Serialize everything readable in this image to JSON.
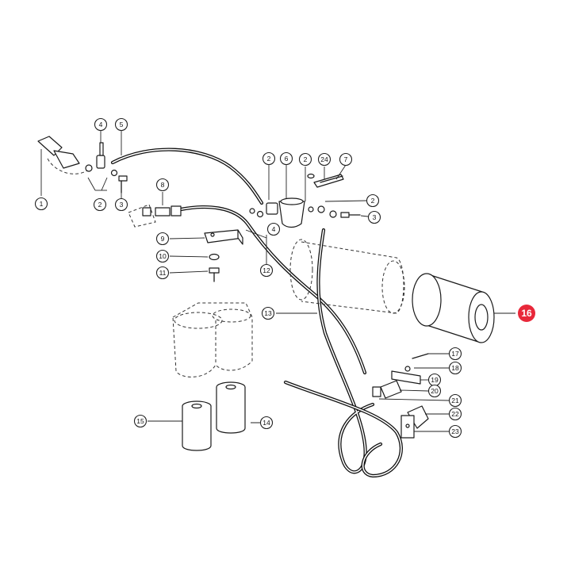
{
  "highlight_color": "#e8283a",
  "highlighted_part": "16",
  "callouts": [
    {
      "id": "c1",
      "label": "1"
    },
    {
      "id": "c2a",
      "label": "2"
    },
    {
      "id": "c3a",
      "label": "3"
    },
    {
      "id": "c4a",
      "label": "4"
    },
    {
      "id": "c5",
      "label": "5"
    },
    {
      "id": "c8",
      "label": "8"
    },
    {
      "id": "c9",
      "label": "9"
    },
    {
      "id": "c10",
      "label": "10"
    },
    {
      "id": "c11",
      "label": "11"
    },
    {
      "id": "c12",
      "label": "12"
    },
    {
      "id": "c13",
      "label": "13"
    },
    {
      "id": "c14",
      "label": "14"
    },
    {
      "id": "c15",
      "label": "15"
    },
    {
      "id": "c2b",
      "label": "2"
    },
    {
      "id": "c6",
      "label": "6"
    },
    {
      "id": "c2c",
      "label": "2"
    },
    {
      "id": "c24",
      "label": "24"
    },
    {
      "id": "c7",
      "label": "7"
    },
    {
      "id": "c4b",
      "label": "4"
    },
    {
      "id": "c2d",
      "label": "2"
    },
    {
      "id": "c3b",
      "label": "3"
    },
    {
      "id": "c16",
      "label": "16"
    },
    {
      "id": "c17",
      "label": "17"
    },
    {
      "id": "c18",
      "label": "18"
    },
    {
      "id": "c19",
      "label": "19"
    },
    {
      "id": "c20",
      "label": "20"
    },
    {
      "id": "c21",
      "label": "21"
    },
    {
      "id": "c22",
      "label": "22"
    },
    {
      "id": "c23",
      "label": "23"
    }
  ]
}
